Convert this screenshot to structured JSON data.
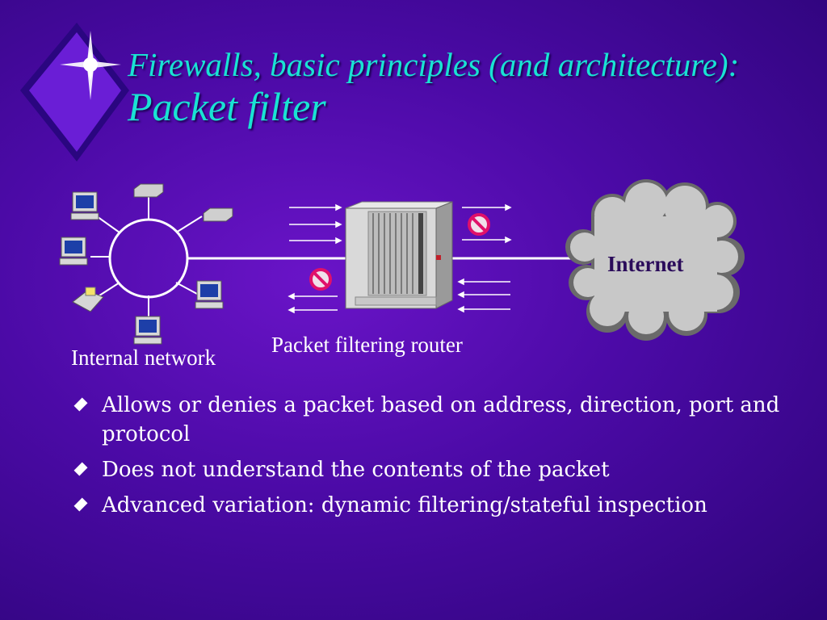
{
  "title": {
    "line1": "Firewalls, basic principles (and architecture):",
    "line2": "Packet filter"
  },
  "diagram": {
    "internal_network_label": "Internal network",
    "router_label": "Packet filtering router",
    "internet_label": "Internet"
  },
  "bullets": [
    "Allows or denies a packet based on address, direction, port and protocol",
    "Does not understand the contents of the packet",
    "Advanced variation: dynamic filtering/stateful inspection"
  ],
  "colors": {
    "title": "#19e3d3",
    "background": "#4b0aa6",
    "blocked_symbol": "#e0106a",
    "cloud": "#c8c8c8"
  }
}
